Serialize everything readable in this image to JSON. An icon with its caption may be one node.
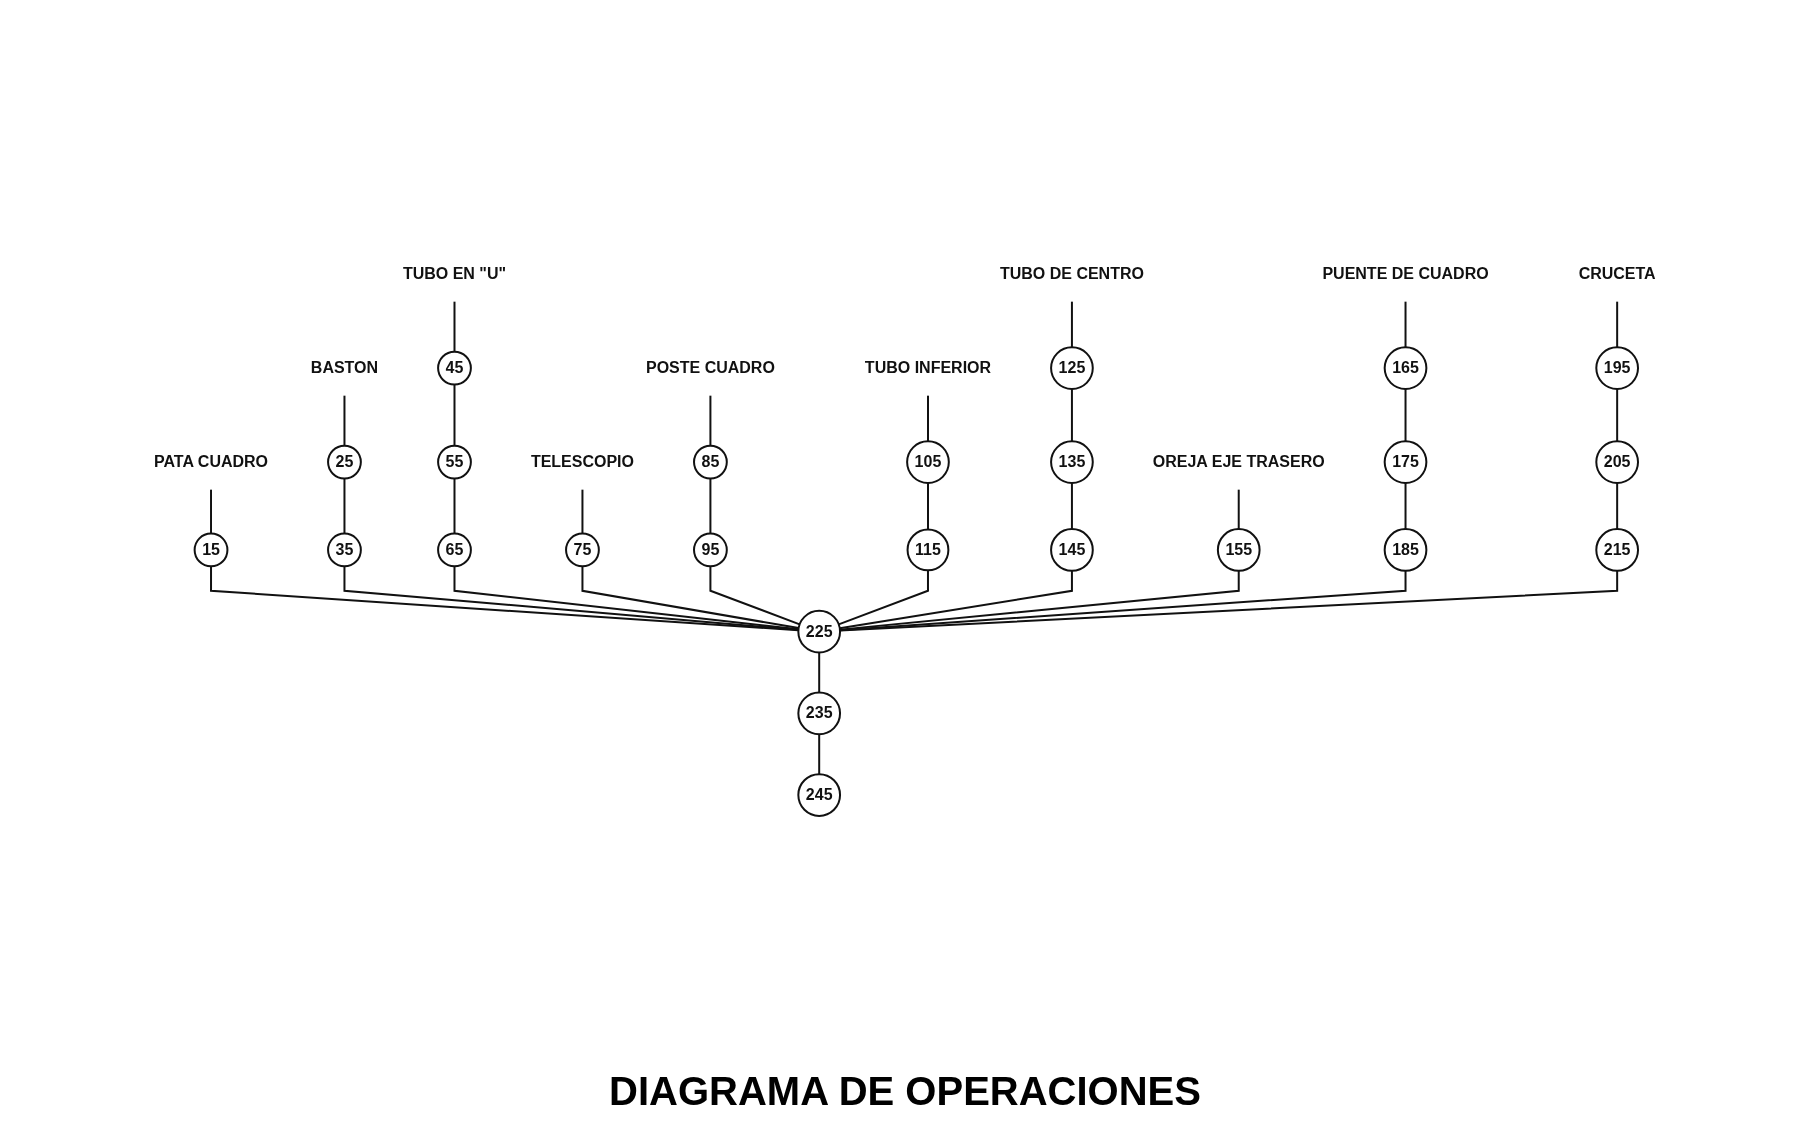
{
  "diagram": {
    "title": "DIAGRAMA DE OPERACIONES",
    "nodes": [
      {
        "text": [
          "CRUCETA"
        ]
      },
      {
        "text": [
          "PUENTE DE CUADRO"
        ]
      },
      {
        "text": [
          "OREJA EJE TRASERO"
        ]
      },
      {
        "text": [
          "TUBO DE CENTRO"
        ]
      },
      {
        "text": [
          "TUBO INFERIOR"
        ]
      },
      {
        "text": [
          "POSTE CUADRO"
        ]
      },
      {
        "text": [
          "TELESCOPIO"
        ]
      },
      {
        "text": [
          "TUBO EN \"U\""
        ]
      },
      {
        "text": [
          "BASTON"
        ]
      },
      {
        "text": [
          "PATA CUADRO"
        ]
      },
      {
        "text": [
          "195"
        ]
      },
      {
        "text": [
          "205"
        ]
      },
      {
        "text": [
          "215"
        ]
      },
      {
        "text": [
          "165"
        ]
      },
      {
        "text": [
          "175"
        ]
      },
      {
        "text": [
          "185"
        ]
      },
      {
        "text": [
          "155"
        ]
      },
      {
        "text": [
          "125"
        ]
      },
      {
        "text": [
          "135"
        ]
      },
      {
        "text": [
          "145"
        ]
      },
      {
        "text": [
          "105"
        ]
      },
      {
        "text": [
          "115"
        ]
      },
      {
        "text": [
          "85"
        ]
      },
      {
        "text": [
          "95"
        ]
      },
      {
        "text": [
          "75"
        ]
      },
      {
        "text": [
          "45"
        ]
      },
      {
        "text": [
          "55"
        ]
      },
      {
        "text": [
          "65"
        ]
      },
      {
        "text": [
          "25"
        ]
      },
      {
        "text": [
          "35"
        ]
      },
      {
        "text": [
          "15"
        ]
      },
      {
        "text": [
          "225"
        ]
      },
      {
        "text": [
          "235"
        ]
      },
      {
        "text": [
          "245"
        ]
      }
    ],
    "edges": [
      {
        "from": 0,
        "to": 10,
        "arrow": "none"
      },
      {
        "from": 1,
        "to": 13,
        "arrow": "none"
      },
      {
        "from": 2,
        "to": 16,
        "arrow": "none"
      },
      {
        "from": 3,
        "to": 17,
        "arrow": "none"
      },
      {
        "from": 4,
        "to": 20,
        "arrow": "none"
      },
      {
        "from": 5,
        "to": 22,
        "arrow": "none"
      },
      {
        "from": 6,
        "to": 24,
        "arrow": "none"
      },
      {
        "from": 7,
        "to": 25,
        "arrow": "none"
      },
      {
        "from": 8,
        "to": 28,
        "arrow": "none"
      },
      {
        "from": 9,
        "to": 30,
        "arrow": "none"
      },
      {
        "from": 10,
        "to": 11,
        "arrow": "none"
      },
      {
        "from": 11,
        "to": 12,
        "arrow": "none"
      },
      {
        "from": 13,
        "to": 14,
        "arrow": "none"
      },
      {
        "from": 14,
        "to": 15,
        "arrow": "none"
      },
      {
        "from": 17,
        "to": 18,
        "arrow": "none"
      },
      {
        "from": 18,
        "to": 19,
        "arrow": "none"
      },
      {
        "from": 20,
        "to": 21,
        "arrow": "none"
      },
      {
        "from": 22,
        "to": 23,
        "arrow": "none"
      },
      {
        "from": 25,
        "to": 26,
        "arrow": "none"
      },
      {
        "from": 26,
        "to": 27,
        "arrow": "none"
      },
      {
        "from": 28,
        "to": 29,
        "arrow": "none"
      },
      {
        "from": 30,
        "to": 31,
        "arrow": "none"
      },
      {
        "from": 29,
        "to": 31,
        "arrow": "none"
      },
      {
        "from": 27,
        "to": 31,
        "arrow": "none"
      },
      {
        "from": 24,
        "to": 31,
        "arrow": "none"
      },
      {
        "from": 23,
        "to": 31,
        "arrow": "none"
      },
      {
        "from": 21,
        "to": 31,
        "arrow": "none"
      },
      {
        "from": 19,
        "to": 31,
        "arrow": "none"
      },
      {
        "from": 16,
        "to": 31,
        "arrow": "none"
      },
      {
        "from": 15,
        "to": 31,
        "arrow": "none"
      },
      {
        "from": 12,
        "to": 31,
        "arrow": "none"
      },
      {
        "from": 31,
        "to": 32,
        "arrow": "none"
      },
      {
        "from": 32,
        "to": 33,
        "arrow": "none"
      }
    ]
  }
}
